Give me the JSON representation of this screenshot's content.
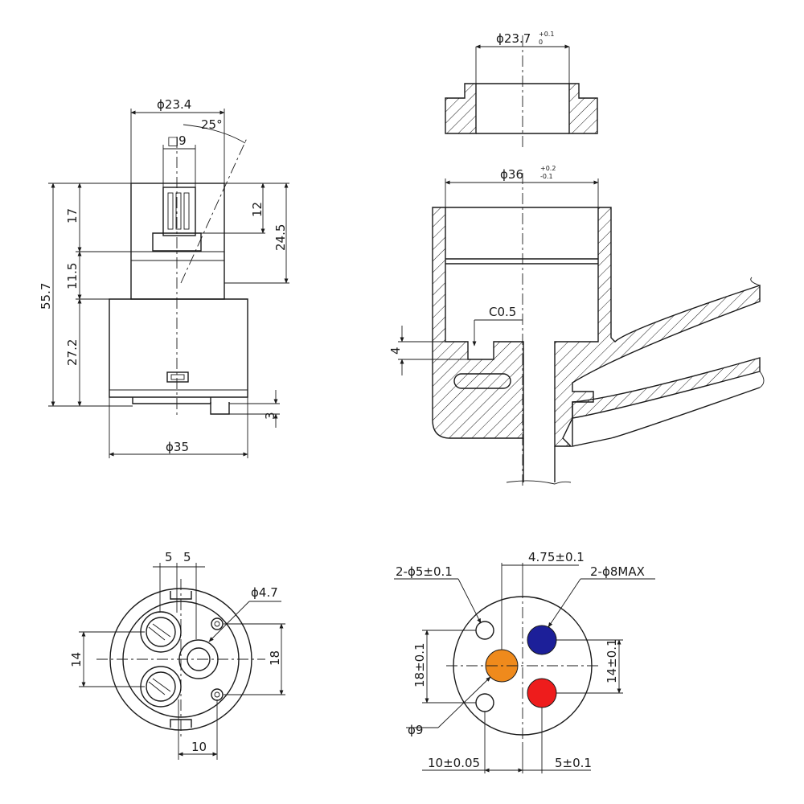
{
  "labels": {
    "d23_4": "ϕ23.4",
    "a25": "25°",
    "sq9": "□9",
    "v17": "17",
    "v11_5": "11.5",
    "v55_7": "55.7",
    "v27_2": "27.2",
    "v12": "12",
    "v24_5": "24.5",
    "v3": "3",
    "d35": "ϕ35",
    "d23_7": "ϕ23.7",
    "d23_7_tol_top": "+0.1",
    "d23_7_tol_bot": "0",
    "d36": "ϕ36",
    "d36_tol_top": "+0.2",
    "d36_tol_bot": "-0.1",
    "c05": "C0.5",
    "v4": "4",
    "b5a": "5",
    "b5b": "5",
    "d4_7": "ϕ4.7",
    "b14": "14",
    "b18": "18",
    "b10": "10",
    "p475": "4.75±0.1",
    "p2d5": "2-ϕ5±0.1",
    "p2d8": "2-ϕ8MAX",
    "p18": "18±0.1",
    "p14": "14±0.1",
    "p9": "ϕ9",
    "p10": "10±0.05",
    "p5": "5±0.1"
  },
  "colors": {
    "cold_port": "#1c1f99",
    "mixed_port": "#ef8a1c",
    "hot_port": "#ee1c1c",
    "line": "#1a1a1a"
  }
}
